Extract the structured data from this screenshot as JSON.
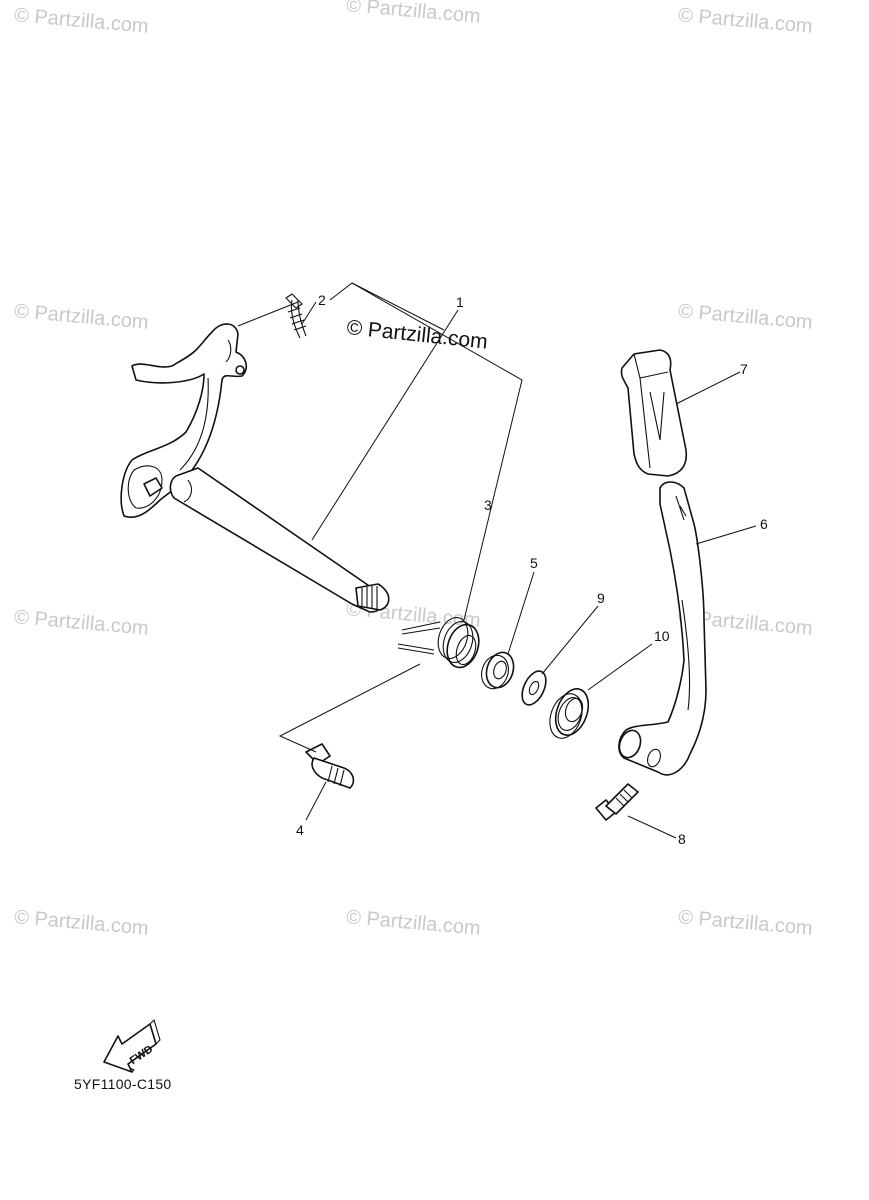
{
  "watermark_text": "© Partzilla.com",
  "main_watermark_text": "© Partzilla.com",
  "diagram_code": "5YF1100-C150",
  "fwd_label": "FWD",
  "callouts": [
    "1",
    "2",
    "3",
    "4",
    "5",
    "6",
    "7",
    "8",
    "9",
    "10"
  ]
}
